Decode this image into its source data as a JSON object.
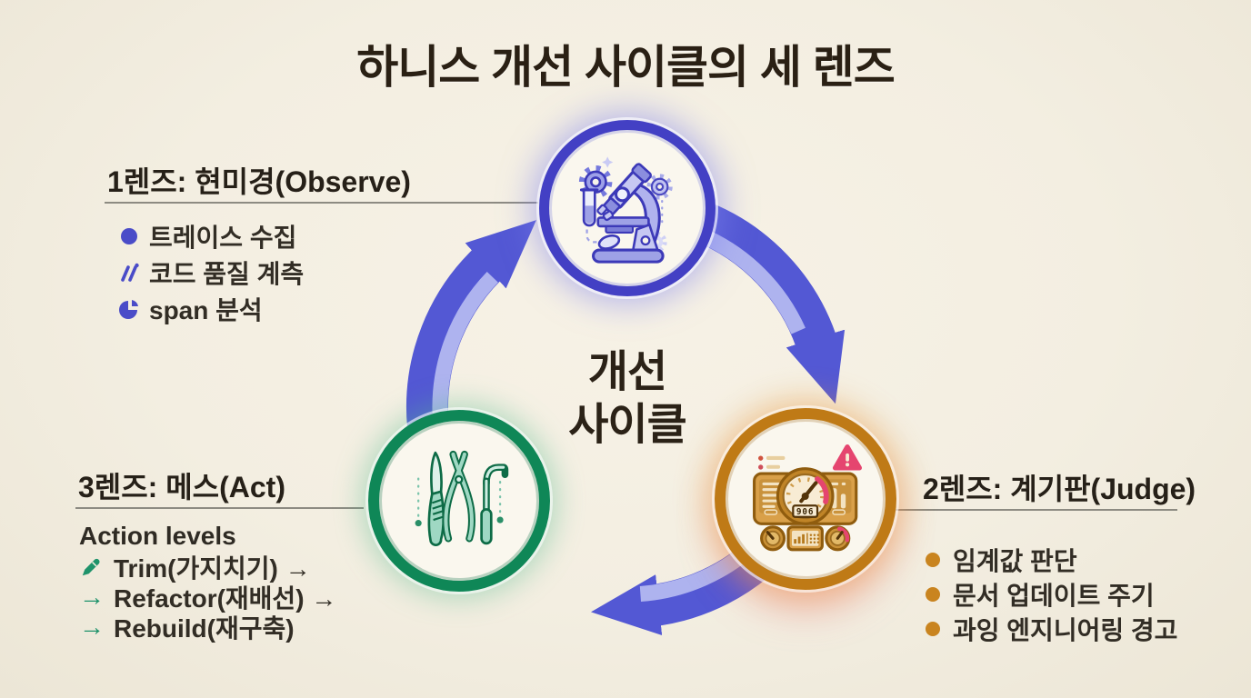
{
  "title": "하니스 개선 사이클의 세 렌즈",
  "center_label": {
    "line1": "개선",
    "line2": "사이클"
  },
  "sections": {
    "observe": {
      "title": "1렌즈: 현미경(Observe)",
      "items": [
        {
          "icon": "circle-bullet-icon",
          "text": "트레이스 수집"
        },
        {
          "icon": "slashes-icon",
          "text": "코드 품질 계측"
        },
        {
          "icon": "pie-chart-icon",
          "text": "span 분석"
        }
      ]
    },
    "judge": {
      "title": "2렌즈: 계기판(Judge)",
      "items": [
        {
          "text": "임계값 판단"
        },
        {
          "text": "문서 업데이트 주기"
        },
        {
          "text": "과잉 엔지니어링 경고"
        }
      ]
    },
    "act": {
      "title": "3렌즈: 메스(Act)",
      "subtitle": "Action levels",
      "items": [
        {
          "marker": "",
          "icon": "pen-icon",
          "text": "Trim(가지치기) →"
        },
        {
          "marker": "→",
          "text": "Refactor(재배선) →"
        },
        {
          "marker": "→",
          "text": "Rebuild(재구축)"
        }
      ]
    }
  },
  "gauge": {
    "value": "906"
  },
  "colors": {
    "background": "#f3eee1",
    "title_text": "#2a2014",
    "body_text": "#322d25",
    "indigo_ring": "#4340c4",
    "orange_ring": "#bf7a16",
    "green_ring": "#0f8757",
    "arrow_blue": "#5358d4",
    "arrow_blue_light": "#aeb3ef",
    "teal_accent": "#1f936b",
    "orange_bullet": "#c9841f",
    "pink_alert": "#e5456f"
  }
}
